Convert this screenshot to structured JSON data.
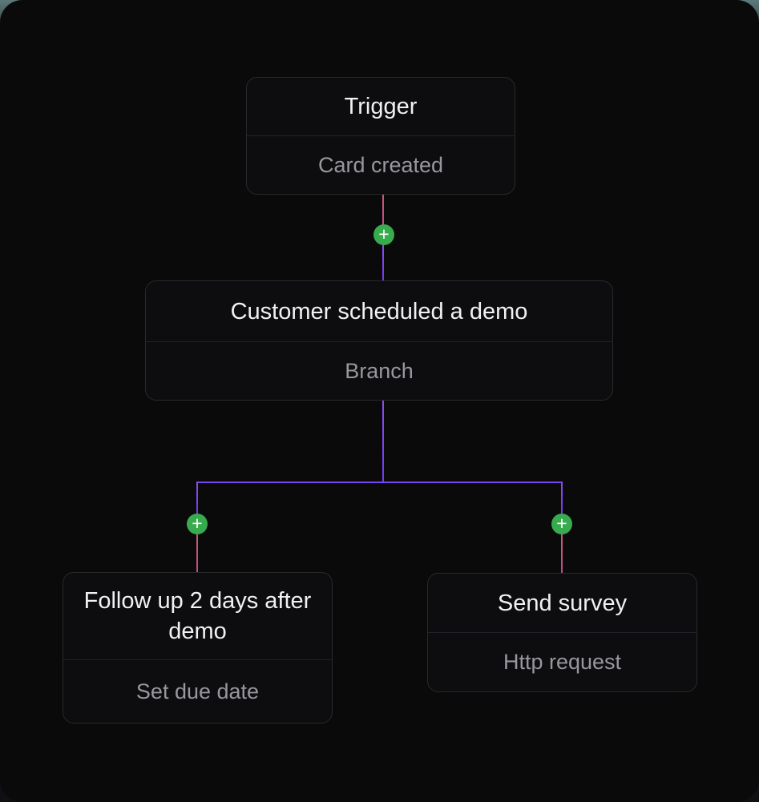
{
  "canvas": {
    "background": "#0a0a0b",
    "backdrop_top_color": "#5d7a7a"
  },
  "workflow": {
    "nodes": [
      {
        "id": "trigger",
        "title": "Trigger",
        "subtitle": "Card created"
      },
      {
        "id": "branch",
        "title": "Customer scheduled a demo",
        "subtitle": "Branch"
      },
      {
        "id": "follow-up",
        "title": "Follow up 2 days after demo",
        "subtitle": "Set due date"
      },
      {
        "id": "survey",
        "title": "Send survey",
        "subtitle": "Http request"
      }
    ],
    "add_step_button": {
      "symbol": "+",
      "color": "#38ab4e"
    },
    "connector_colors": {
      "pink": "#c2537d",
      "purple": "#7a43f2"
    }
  }
}
